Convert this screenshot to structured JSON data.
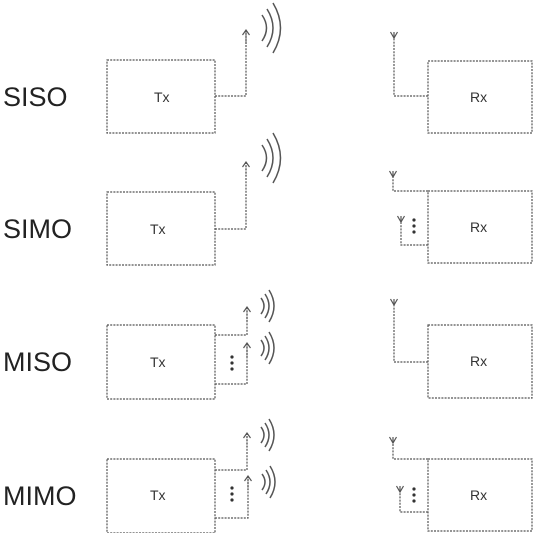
{
  "rows": [
    {
      "label": "SISO",
      "tx_label": "Tx",
      "rx_label": "Rx"
    },
    {
      "label": "SIMO",
      "tx_label": "Tx",
      "rx_label": "Rx"
    },
    {
      "label": "MISO",
      "tx_label": "Tx",
      "rx_label": "Rx"
    },
    {
      "label": "MIMO",
      "tx_label": "Tx",
      "rx_label": "Rx"
    }
  ]
}
